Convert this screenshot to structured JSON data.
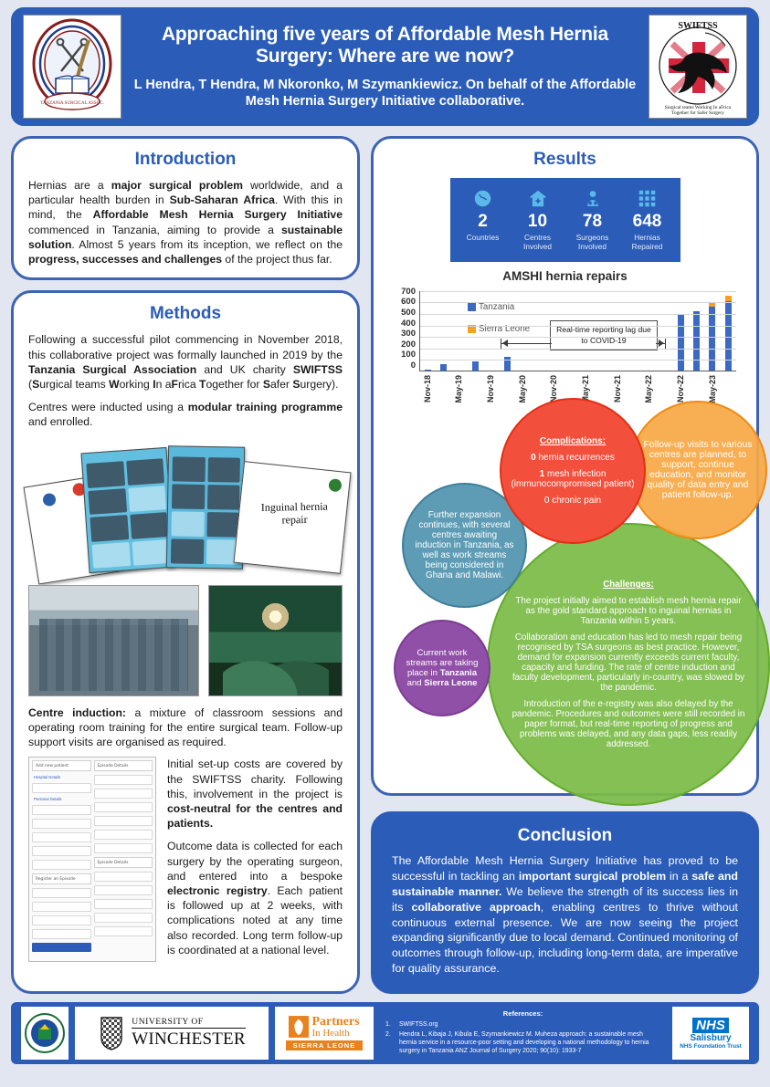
{
  "header": {
    "title": "Approaching five years of Affordable Mesh Hernia Surgery: Where are we now?",
    "authors": "L Hendra, T Hendra, M Nkoronko, M Szymankiewicz. On behalf of the Affordable Mesh Hernia Surgery Initiative collaborative.",
    "left_logo_name": "Tanzania Surgical Association",
    "right_logo_name": "SWIFTSS",
    "bg_color": "#2a5cb8"
  },
  "introduction": {
    "title": "Introduction",
    "paragraph_html": "Hernias are a <b>major surgical problem</b> worldwide, and a particular health burden in <b>Sub-Saharan Africa</b>. With this in mind, the <b>Affordable Mesh Hernia Surgery Initiative</b> commenced in Tanzania, aiming to provide a <b>sustainable solution</b>. Almost 5 years from its inception, we reflect on the <b>progress, successes and challenges</b> of the project thus far."
  },
  "methods": {
    "title": "Methods",
    "p1_html": "Following a successful pilot commencing in November 2018, this collaborative project was formally launched in 2019 by the <b>Tanzania Surgical Association</b> and UK charity <b>SWIFTSS</b> (<b>S</b>urgical teams <b>W</b>orking <b>I</b>n a<b>F</b>rica <b>T</b>ogether for <b>S</b>afer <b>S</b>urgery).",
    "p2_html": "Centres were inducted using a <b>modular training programme</b> and enrolled.",
    "poster_caption": "Inguinal hernia repair",
    "caption_html": "<b>Centre induction:</b> a mixture of classroom sessions and operating room training for the entire surgical team. Follow-up support visits are organised as required.",
    "p3_html": "Initial set-up costs are covered by the SWIFTSS charity. Following this, involvement in the project is <b>cost-neutral for the centres and patients.</b>",
    "p4_html": "Outcome data is collected for each surgery by the operating surgeon, and entered into a bespoke <b>electronic registry</b>. Each patient is followed up at 2 weeks, with complications noted at any time also recorded. Long term follow-up is coordinated at a national level.",
    "registry_labels": {
      "add_patient": "Add new patient",
      "episode_details": "Episode Details",
      "hospital_details": "Hospital Details",
      "personal_details": "Personal Details",
      "register_episode": "Register an Episode"
    }
  },
  "results": {
    "title": "Results",
    "stats": [
      {
        "icon": "globe-icon",
        "value": "2",
        "label": "Countries"
      },
      {
        "icon": "hospital-icon",
        "value": "10",
        "label": "Centres Involved"
      },
      {
        "icon": "surgeon-icon",
        "value": "78",
        "label": "Surgeons Involved"
      },
      {
        "icon": "mesh-grid-icon",
        "value": "648",
        "label": "Hernias Repaired"
      }
    ]
  },
  "chart_data": {
    "type": "bar",
    "title": "AMSHI hernia repairs",
    "xlabel": "",
    "ylabel": "",
    "ylim": [
      0,
      700
    ],
    "yticks": [
      0,
      100,
      200,
      300,
      400,
      500,
      600,
      700
    ],
    "grid": true,
    "legend_position": "inside-top-left",
    "stacked": true,
    "categories": [
      "Nov-18",
      "May-19",
      "Nov-19",
      "May-20",
      "Nov-20",
      "May-21",
      "Nov-21",
      "May-22",
      "Nov-22",
      "May-23"
    ],
    "x": [
      "Nov-18",
      "Feb-19",
      "May-19",
      "Aug-19",
      "Nov-19",
      "Feb-20",
      "May-20",
      "Aug-20",
      "Nov-20",
      "Feb-21",
      "May-21",
      "Aug-21",
      "Nov-21",
      "Feb-22",
      "May-22",
      "Aug-22",
      "Nov-22",
      "Feb-23",
      "May-23",
      "Aug-23"
    ],
    "series": [
      {
        "name": "Tanzania",
        "color": "#3b69c4",
        "values": [
          5,
          55,
          0,
          80,
          0,
          115,
          0,
          0,
          0,
          0,
          0,
          0,
          0,
          0,
          0,
          0,
          485,
          515,
          555,
          605
        ]
      },
      {
        "name": "Sierra Leone",
        "color": "#f7a121",
        "values": [
          0,
          0,
          0,
          0,
          0,
          0,
          0,
          0,
          0,
          0,
          0,
          0,
          0,
          0,
          0,
          0,
          0,
          0,
          35,
          45
        ]
      }
    ],
    "annotations": [
      {
        "text": "Real-time reporting lag due to COVID-19",
        "type": "boxed-label-with-double-arrow"
      }
    ]
  },
  "bubbles": [
    {
      "name": "complications",
      "color": "#f2503c",
      "heading": "Complications:",
      "lines_html": [
        "<b>0</b> hernia recurrences",
        "<b>1</b> mesh infection (immunocompromised patient)",
        "0 chronic pain"
      ]
    },
    {
      "name": "follow-up",
      "color": "#f7a946",
      "heading": "",
      "lines_html": [
        "Follow-up visits to various centres are planned, to support, continue education, and monitor quality of data entry and patient follow-up."
      ]
    },
    {
      "name": "expansion",
      "color": "#5e9cb5",
      "heading": "",
      "lines_html": [
        "Further expansion continues, with several centres awaiting induction in Tanzania, as well as work streams being considered in Ghana and Malawi."
      ]
    },
    {
      "name": "challenges",
      "color": "#7cbb48",
      "heading": "Challenges:",
      "lines_html": [
        "The project initially aimed to establish mesh hernia repair as the gold standard approach to inguinal hernias in Tanzania within 5 years.",
        "Collaboration and education has led to mesh repair being recognised by TSA surgeons as best practice. However, demand for expansion currently exceeds current faculty, capacity and funding. The rate of centre induction and faculty development, particularly in-country, was slowed by the pandemic.",
        "Introduction of the e-registry was also delayed by the pandemic. Procedures and outcomes were still recorded in paper format, but real-time reporting of progress and problems was delayed, and any data gaps, less readily addressed."
      ]
    },
    {
      "name": "current-work-streams",
      "color": "#9150a8",
      "heading": "",
      "lines_html": [
        "Current work streams are taking place in <b>Tanzania</b> and <b>Sierra Leone</b>"
      ]
    }
  ],
  "conclusion": {
    "title": "Conclusion",
    "text_html": "The Affordable Mesh Hernia Surgery Initiative has proved to be successful in tackling an <b>important surgical problem</b> in a <b>safe and sustainable manner.</b> We believe the strength of its success lies in its <b>collaborative approach</b>, enabling centres to thrive without continuous external presence. We are now seeing the project expanding significantly due to local demand.  Continued monitoring of outcomes through follow-up, including long-term data, are imperative for quality assurance."
  },
  "footer": {
    "references_title": "References:",
    "references": [
      {
        "num": "1.",
        "text": "SWIFTSS.org"
      },
      {
        "num": "2.",
        "text": "Hendra L, Kibaja J, Kibula E, Szymankiewicz M. Muheza approach: a sustainable mesh hernia service in a resource-poor setting and developing a national methodology to hernia surgery in Tanzania ANZ Journal of Surgery 2020; 90(10): 1933-7"
      }
    ],
    "logos": {
      "sierra_leone_crest": "Sierra Leone crest",
      "winchester_top": "UNIVERSITY OF",
      "winchester_bottom": "WINCHESTER",
      "pih_partners": "Partners",
      "pih_in_health": "In Health",
      "pih_country": "SIERRA LEONE",
      "nhs": "NHS",
      "nhs_trust_name": "Salisbury",
      "nhs_trust_sub": "NHS Foundation Trust"
    }
  }
}
